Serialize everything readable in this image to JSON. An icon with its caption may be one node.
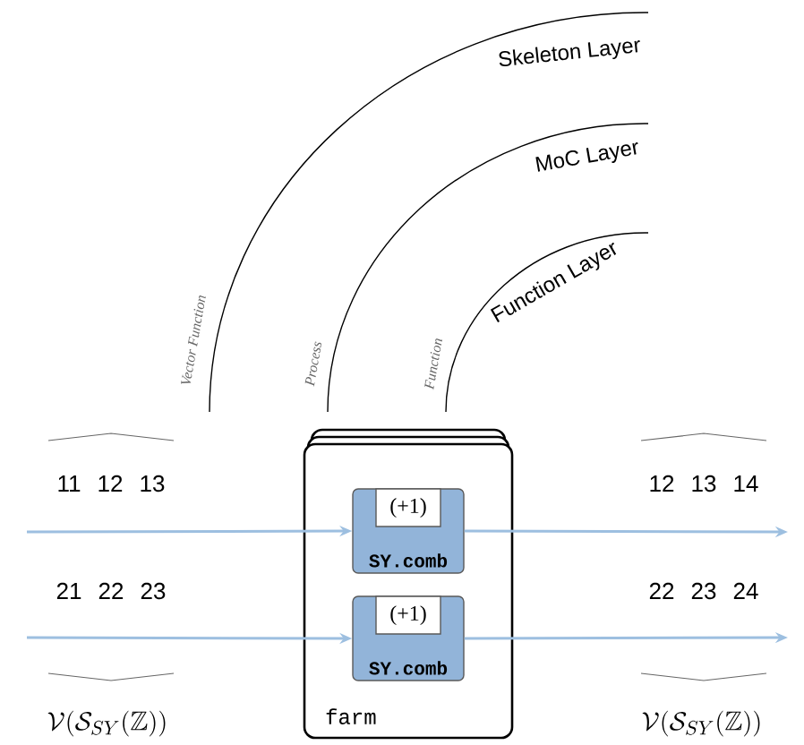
{
  "diagram": {
    "nodes": [
      {
        "text": [
          "farm"
        ]
      },
      {
        "text": [
          "SY.comb"
        ],
        "in": 0
      },
      {
        "text": [
          "(+1)"
        ],
        "in": 1
      },
      {
        "text": [
          "SY.comb"
        ],
        "in": 0
      },
      {
        "text": [
          "(+1)"
        ],
        "in": 3
      }
    ],
    "edges": [
      {
        "from": null,
        "to": 1,
        "arrow": "to"
      },
      {
        "from": 1,
        "to": null,
        "arrow": "to"
      },
      {
        "from": null,
        "to": 3,
        "arrow": "to"
      },
      {
        "from": 3,
        "to": null,
        "arrow": "to"
      }
    ],
    "labels": [
      "Skeleton Layer",
      "MoC Layer",
      "Function Layer",
      "Vector Function",
      "Process",
      "Function",
      "11 12 13",
      "21 22 23",
      "12 13 14",
      "22 23 24",
      "\\mathcal{V}(\\mathcal{S}_{SY}(\\mathbb{Z}))",
      "\\mathcal{V}(\\mathcal{S}_{SY}(\\mathbb{Z}))"
    ]
  }
}
